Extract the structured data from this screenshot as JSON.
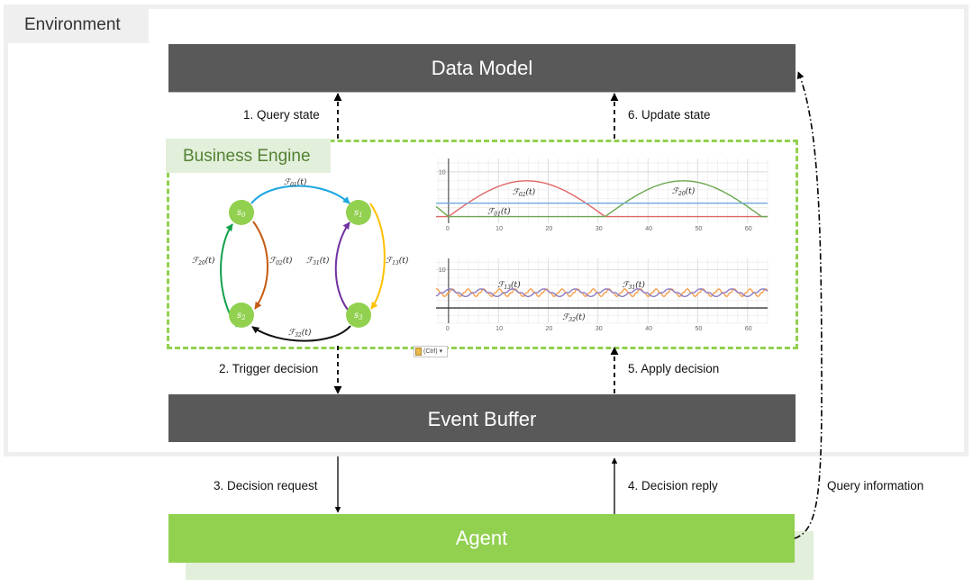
{
  "environment": {
    "label": "Environment"
  },
  "boxes": {
    "data_model": "Data Model",
    "business_engine": "Business Engine",
    "event_buffer": "Event Buffer",
    "agent": "Agent"
  },
  "arrows": [
    {
      "id": "query-state",
      "label": "1. Query state",
      "from": "Business Engine",
      "to": "Data Model",
      "style": "dashed"
    },
    {
      "id": "trigger-decision",
      "label": "2. Trigger decision",
      "from": "Business Engine",
      "to": "Event Buffer",
      "style": "dashed"
    },
    {
      "id": "decision-request",
      "label": "3. Decision request",
      "from": "Event Buffer",
      "to": "Agent",
      "style": "solid"
    },
    {
      "id": "decision-reply",
      "label": "4. Decision reply",
      "from": "Agent",
      "to": "Event Buffer",
      "style": "solid"
    },
    {
      "id": "apply-decision",
      "label": "5. Apply decision",
      "from": "Event Buffer",
      "to": "Business Engine",
      "style": "dashed"
    },
    {
      "id": "update-state",
      "label": "6. Update state",
      "from": "Business Engine",
      "to": "Data Model",
      "style": "dashed"
    },
    {
      "id": "query-information",
      "label": "Query information",
      "from": "Agent",
      "to": "Data Model",
      "style": "dash-dot"
    }
  ],
  "paste_button": {
    "label": "(Ctrl)",
    "icon": "clipboard-icon"
  },
  "state_graph": {
    "nodes": [
      {
        "id": "s0",
        "label": "s",
        "sub": "0"
      },
      {
        "id": "s1",
        "label": "s",
        "sub": "1"
      },
      {
        "id": "s2",
        "label": "s",
        "sub": "2"
      },
      {
        "id": "s3",
        "label": "s",
        "sub": "3"
      }
    ],
    "edges": [
      {
        "from": "s0",
        "to": "s1",
        "label": "F",
        "sub": "01",
        "color": "#1ea7e1"
      },
      {
        "from": "s0",
        "to": "s2",
        "label": "F",
        "sub": "02",
        "color": "#c55a11"
      },
      {
        "from": "s2",
        "to": "s0",
        "label": "F",
        "sub": "20",
        "color": "#10a04a"
      },
      {
        "from": "s1",
        "to": "s3",
        "label": "F",
        "sub": "13",
        "color": "#ffc000"
      },
      {
        "from": "s3",
        "to": "s1",
        "label": "F",
        "sub": "31",
        "color": "#7030a0"
      },
      {
        "from": "s3",
        "to": "s2",
        "label": "F",
        "sub": "32",
        "color": "#111111"
      }
    ],
    "node_color": "#92d050"
  },
  "chart_data": [
    {
      "type": "line",
      "title": "",
      "xlabel": "",
      "ylabel": "",
      "xlim": [
        -2.5,
        64
      ],
      "ylim": [
        -1.5,
        13
      ],
      "x_ticks": [
        0,
        10,
        20,
        30,
        40,
        50,
        60
      ],
      "y_ticks": [
        10
      ],
      "grid": true,
      "series": [
        {
          "name": "F02(t)",
          "color": "#e06666",
          "kind": "half-sine",
          "amplitude": 8,
          "period": 31.4,
          "active_intervals": [
            [
              0,
              31.4
            ]
          ],
          "baseline": 0
        },
        {
          "name": "F20(t)",
          "color": "#6aa84f",
          "kind": "half-sine",
          "amplitude": 8,
          "period": 31.4,
          "active_intervals": [
            [
              31.4,
              62.8
            ]
          ],
          "baseline": 0
        },
        {
          "name": "F01(t)",
          "color": "#6fa8dc",
          "kind": "constant",
          "value": 3
        }
      ],
      "annotations": [
        {
          "text": "F02(t)",
          "x": 15,
          "y": 5.5
        },
        {
          "text": "F20(t)",
          "x": 47,
          "y": 5.8
        },
        {
          "text": "F01(t)",
          "x": 10,
          "y": 1.2
        }
      ]
    },
    {
      "type": "line",
      "title": "",
      "xlabel": "",
      "ylabel": "",
      "xlim": [
        -2.5,
        64
      ],
      "ylim": [
        -4,
        13
      ],
      "x_ticks": [
        0,
        10,
        20,
        30,
        40,
        50,
        60
      ],
      "y_ticks": [
        10
      ],
      "grid": true,
      "series": [
        {
          "name": "F13(t)",
          "color": "#f6a04d",
          "kind": "bumpy",
          "baseline": 4,
          "amplitude": 1
        },
        {
          "name": "F31(t)",
          "color": "#8e7cc3",
          "kind": "bumpy",
          "baseline": 4,
          "amplitude": 1
        },
        {
          "name": "F32(t)",
          "color": "#333333",
          "kind": "constant",
          "value": 0
        }
      ],
      "annotations": [
        {
          "text": "F13(t)",
          "x": 12,
          "y": 6.2
        },
        {
          "text": "F31(t)",
          "x": 37,
          "y": 6.2
        },
        {
          "text": "F32(t)",
          "x": 25,
          "y": -2.3
        }
      ]
    }
  ]
}
